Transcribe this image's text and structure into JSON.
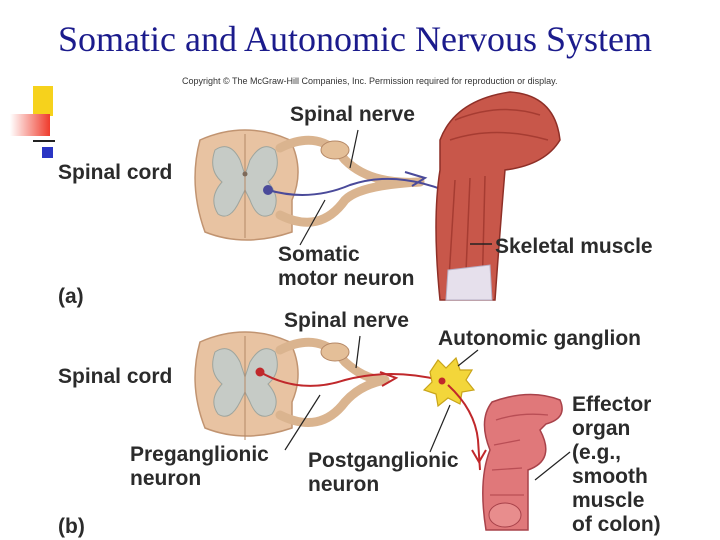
{
  "title": "Somatic and Autonomic Nervous System",
  "copyright": "Copyright © The McGraw-Hill Companies, Inc. Permission required for reproduction or display.",
  "panel_a": {
    "spinal_nerve": "Spinal nerve",
    "spinal_cord": "Spinal cord",
    "skeletal_muscle": "Skeletal muscle",
    "somatic_line1": "Somatic",
    "somatic_line2": "motor neuron",
    "letter": "(a)"
  },
  "panel_b": {
    "spinal_nerve": "Spinal nerve",
    "autonomic_ganglion": "Autonomic ganglion",
    "spinal_cord": "Spinal cord",
    "effector_lines": [
      "Effector",
      "organ",
      "(e.g.,",
      "smooth",
      "muscle",
      "of colon)"
    ],
    "preganglionic_line1": "Preganglionic",
    "preganglionic_line2": "neuron",
    "postganglionic_line1": "Postganglionic",
    "postganglionic_line2": "neuron",
    "letter": "(b)"
  },
  "colors": {
    "title": "#1b1b8c",
    "somatic_neuron": "#4a4a9a",
    "autonomic_neuron": "#c0282b",
    "muscle": "#c8574a",
    "cord": "#e8c3a2",
    "ganglion": "#f3d63a"
  }
}
